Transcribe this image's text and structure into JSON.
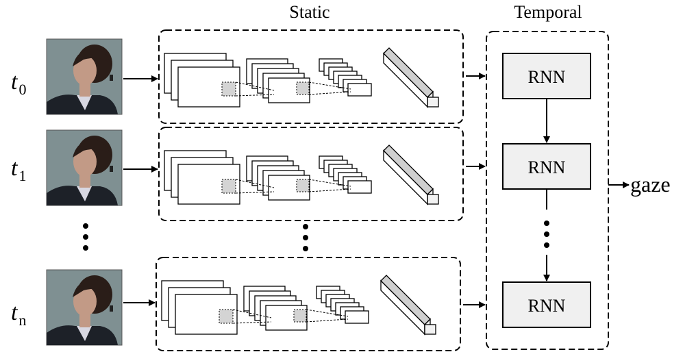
{
  "headers": {
    "static": "Static",
    "temporal": "Temporal"
  },
  "rows": [
    {
      "time_base": "t",
      "time_sub": "0"
    },
    {
      "time_base": "t",
      "time_sub": "1"
    },
    {
      "time_base": "t",
      "time_sub": "n"
    }
  ],
  "rnn_label": "RNN",
  "output_label": "gaze",
  "colors": {
    "photo_background": "#7f9092",
    "hair": "#2a1d18",
    "skin": "#c29a86",
    "jacket": "#1d2128",
    "rnn_fill": "#f0f0f0",
    "fc_side_fill": "#cfcfcf",
    "roi_fill": "#d4d4d4",
    "stroke": "#000000"
  },
  "icons": {
    "face_photo": "face-portrait-icon",
    "continuation": "vertical-ellipsis-icon"
  }
}
